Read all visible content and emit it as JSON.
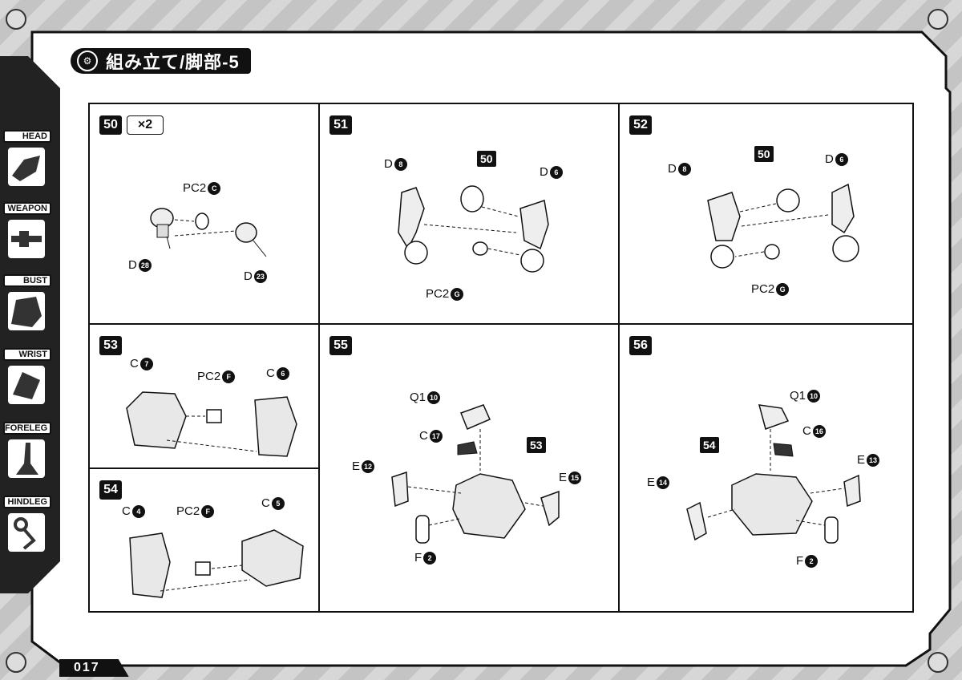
{
  "header": {
    "title": "組み立て/脚部-5"
  },
  "nav": [
    {
      "label": "HEAD"
    },
    {
      "label": "WEAPON"
    },
    {
      "label": "BUST"
    },
    {
      "label": "WRIST"
    },
    {
      "label": "FORELEG"
    },
    {
      "label": "HINDLEG"
    }
  ],
  "steps": {
    "s50": {
      "no": "50",
      "mult": "×2",
      "labels": {
        "a": "PC2",
        "a_n": "C",
        "b": "D",
        "b_n": "28",
        "c": "D",
        "c_n": "23"
      }
    },
    "s51": {
      "no": "51",
      "ref": "50",
      "labels": {
        "a": "D",
        "a_n": "8",
        "b": "D",
        "b_n": "6",
        "c": "PC2",
        "c_n": "G"
      }
    },
    "s52": {
      "no": "52",
      "ref": "50",
      "labels": {
        "a": "D",
        "a_n": "8",
        "b": "D",
        "b_n": "6",
        "c": "PC2",
        "c_n": "G"
      }
    },
    "s53": {
      "no": "53",
      "labels": {
        "a": "C",
        "a_n": "7",
        "b": "PC2",
        "b_n": "F",
        "c": "C",
        "c_n": "6"
      }
    },
    "s54": {
      "no": "54",
      "labels": {
        "a": "C",
        "a_n": "4",
        "b": "PC2",
        "b_n": "F",
        "c": "C",
        "c_n": "5"
      }
    },
    "s55": {
      "no": "55",
      "ref": "53",
      "labels": {
        "a": "Q1",
        "a_n": "10",
        "b": "C",
        "b_n": "17",
        "c": "E",
        "c_n": "12",
        "d": "E",
        "d_n": "15",
        "e": "F",
        "e_n": "2"
      }
    },
    "s56": {
      "no": "56",
      "ref": "54",
      "labels": {
        "a": "Q1",
        "a_n": "10",
        "b": "C",
        "b_n": "16",
        "c": "E",
        "c_n": "14",
        "d": "E",
        "d_n": "13",
        "e": "F",
        "e_n": "2"
      }
    }
  },
  "footer": {
    "page": "017"
  }
}
